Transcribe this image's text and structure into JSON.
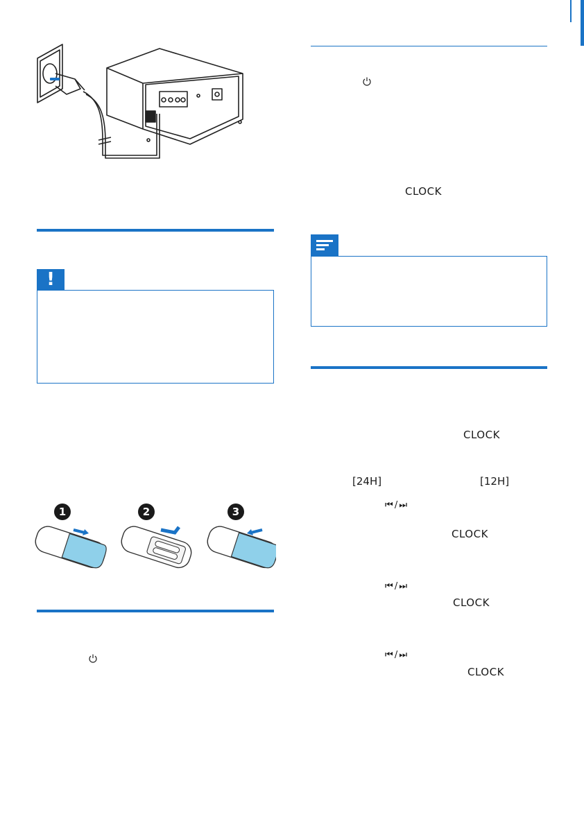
{
  "labels": {
    "clock": "CLOCK",
    "fmt24": "[24H]",
    "fmt12": "[12H]",
    "prev_next": "⏮ / ⏭",
    "caution_mark": "!",
    "steps": [
      "1",
      "2",
      "3"
    ]
  },
  "colors": {
    "accent": "#1a73c6",
    "remote_blue": "#8fd0ea"
  },
  "icons": [
    "power-icon",
    "prev-next-icons",
    "caution-icon",
    "note-icon"
  ]
}
